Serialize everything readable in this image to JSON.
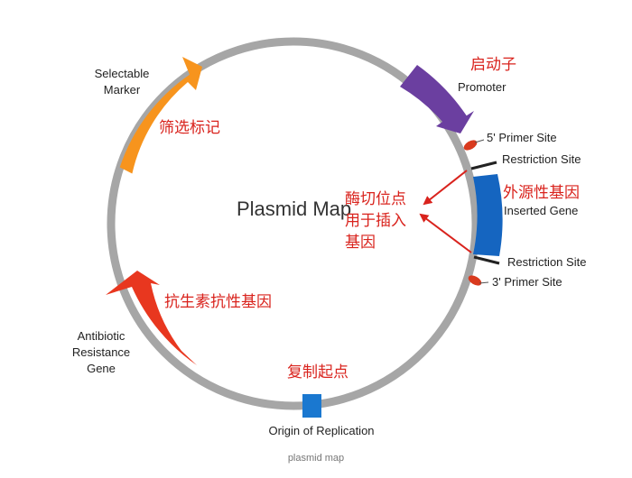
{
  "diagram": {
    "title": "Plasmid Map",
    "caption": "plasmid map",
    "colors": {
      "ring": "#a6a6a6",
      "selectable_marker": "#f7941d",
      "promoter": "#6b3fa0",
      "inserted_gene": "#1565c0",
      "antibiotic_resistance": "#e8371f",
      "origin": "#1a78d0",
      "primer": "#d93a1e",
      "restriction": "#222222",
      "annotation": "#d9231d"
    },
    "labels": {
      "selectable_marker": [
        "Selectable",
        "Marker"
      ],
      "promoter": "Promoter",
      "primer_5": "5' Primer Site",
      "restriction_top": "Restriction Site",
      "inserted_gene": "Inserted Gene",
      "restriction_bottom": "Restriction Site",
      "primer_3": "3' Primer Site",
      "antibiotic_resistance": [
        "Antibiotic",
        "Resistance",
        "Gene"
      ],
      "origin": "Origin of Replication"
    },
    "annotations": {
      "promoter_zh": "启动子",
      "selectable_marker_zh": "筛选标记",
      "inserted_gene_zh": "外源性基因",
      "restriction_zh": [
        "酶切位点",
        "用于插入",
        "基因"
      ],
      "antibiotic_zh": "抗生素抗性基因",
      "origin_zh": "复制起点"
    }
  }
}
